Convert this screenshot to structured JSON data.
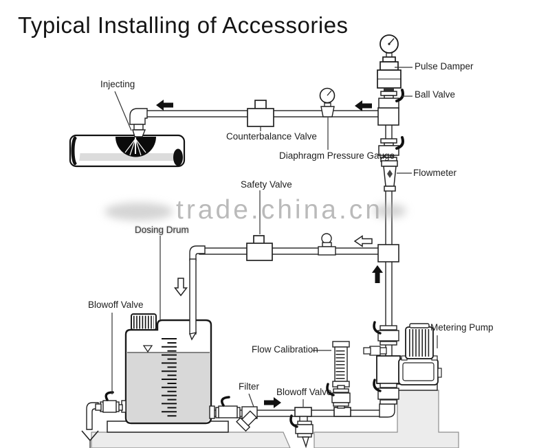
{
  "title": "Typical Installing of Accessories",
  "watermark": {
    "text": "trade.china.cn"
  },
  "labels": {
    "injecting": "Injecting",
    "pulse_damper": "Pulse Damper",
    "ball_valve": "Ball Valve",
    "counterbalance_valve": "Counterbalance Valve",
    "diaphragm_pressure_gauge": "Diaphragm Pressure Gauge",
    "flowmeter": "Flowmeter",
    "safety_valve": "Safety Valve",
    "dosing_drum": "Dosing Drum",
    "blowoff_valve_left": "Blowoff Valve",
    "flow_calibration": "Flow Calibration",
    "filter": "Filter",
    "blowoff_valve_bottom": "Blowoff Valve",
    "metering_pump": "Metering Pump"
  },
  "icons": {
    "flow_arrow_left_1": "solid-left-arrow",
    "flow_arrow_left_2": "solid-left-arrow",
    "flow_arrow_left_outline": "outline-left-arrow",
    "flow_arrow_up": "solid-up-arrow",
    "flow_arrow_down_outline": "outline-down-arrow",
    "flow_arrow_right": "solid-right-arrow"
  },
  "colors": {
    "line": "#222222",
    "liquid": "#d8d8d8",
    "ground": "#ececec",
    "watermark": "#aaaaaa"
  }
}
